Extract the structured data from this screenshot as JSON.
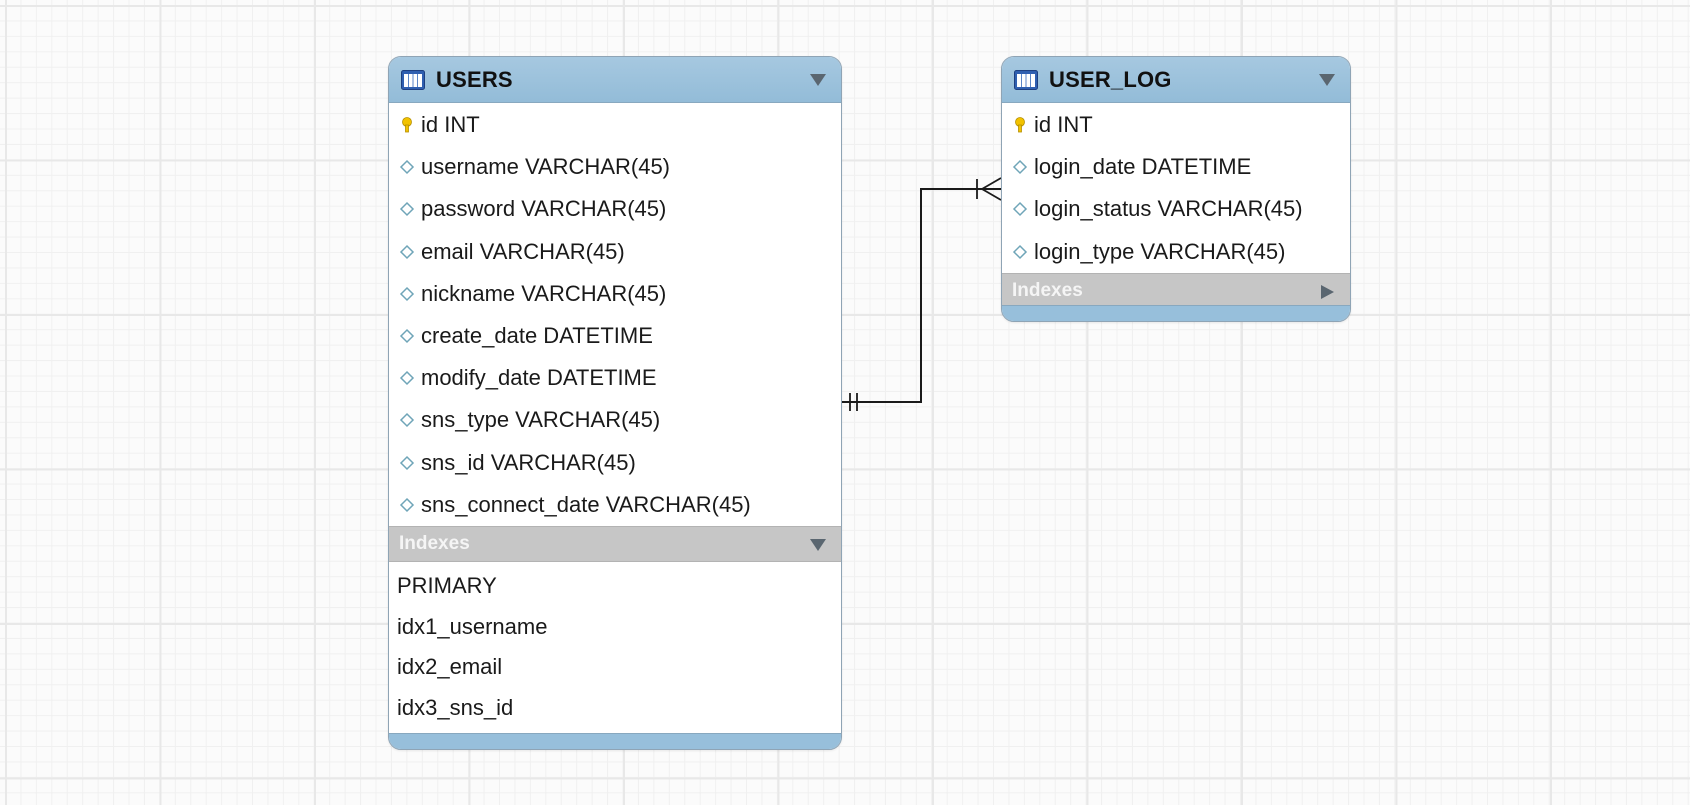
{
  "diagram": {
    "tables": {
      "users": {
        "name": "USERS",
        "columns": [
          {
            "text": "id INT",
            "key": "primary"
          },
          {
            "text": "username VARCHAR(45)",
            "key": "none"
          },
          {
            "text": "password VARCHAR(45)",
            "key": "none"
          },
          {
            "text": "email VARCHAR(45)",
            "key": "none"
          },
          {
            "text": "nickname VARCHAR(45)",
            "key": "none"
          },
          {
            "text": "create_date DATETIME",
            "key": "none"
          },
          {
            "text": "modify_date DATETIME",
            "key": "none"
          },
          {
            "text": "sns_type VARCHAR(45)",
            "key": "none"
          },
          {
            "text": "sns_id VARCHAR(45)",
            "key": "none"
          },
          {
            "text": "sns_connect_date VARCHAR(45)",
            "key": "none"
          }
        ],
        "indexes_label": "Indexes",
        "indexes_expanded": true,
        "indexes": [
          "PRIMARY",
          "idx1_username",
          "idx2_email",
          "idx3_sns_id"
        ]
      },
      "user_log": {
        "name": "USER_LOG",
        "columns": [
          {
            "text": "id INT",
            "key": "primary"
          },
          {
            "text": "login_date DATETIME",
            "key": "none"
          },
          {
            "text": "login_status VARCHAR(45)",
            "key": "none"
          },
          {
            "text": "login_type VARCHAR(45)",
            "key": "none"
          }
        ],
        "indexes_label": "Indexes",
        "indexes_expanded": false
      }
    },
    "relationship": {
      "from": "USERS",
      "to": "USER_LOG",
      "from_cardinality": "one-and-only-one",
      "to_cardinality": "one-or-many"
    }
  },
  "colors": {
    "header_blue": "#97bfdb",
    "indexes_gray": "#c6c6c6",
    "key_yellow": "#f2c200",
    "diamond_teal": "#6fa5b8",
    "line": "#1a1a1a"
  }
}
